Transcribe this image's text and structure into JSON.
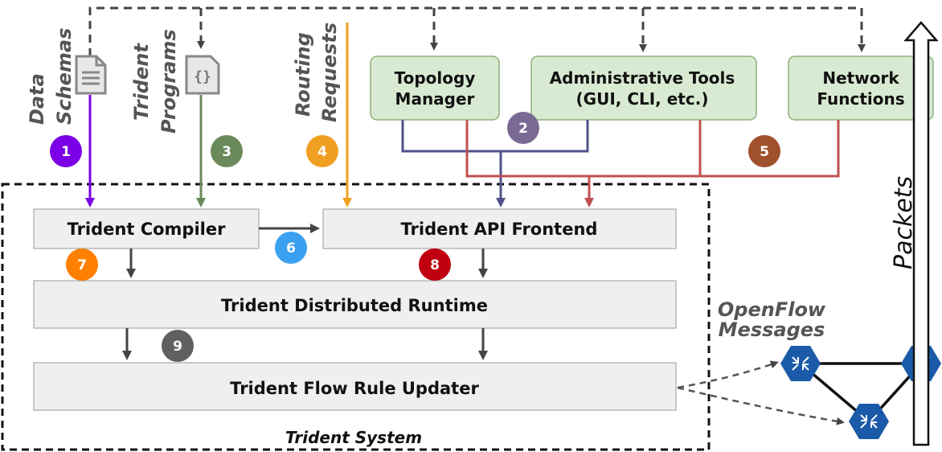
{
  "inputs": {
    "data_schemas": [
      "Data",
      "Schemas"
    ],
    "trident_programs": [
      "Trident",
      "Programs"
    ],
    "routing_requests": [
      "Routing",
      "Requests"
    ]
  },
  "top_boxes": {
    "topology_manager": [
      "Topology",
      "Manager"
    ],
    "admin_tools": [
      "Administrative Tools",
      "(GUI, CLI, etc.)"
    ],
    "network_functions": [
      "Network",
      "Functions"
    ]
  },
  "system": {
    "label": "Trident System",
    "compiler": "Trident Compiler",
    "api_frontend": "Trident API Frontend",
    "runtime": "Trident Distributed Runtime",
    "updater": "Trident Flow Rule Updater"
  },
  "openflow_label": [
    "OpenFlow",
    "Messages"
  ],
  "packets_label": "Packets",
  "badges": [
    {
      "n": "1",
      "color": "#7b00e6"
    },
    {
      "n": "2",
      "color": "#7a6a93"
    },
    {
      "n": "3",
      "color": "#6a8a5a"
    },
    {
      "n": "4",
      "color": "#f0a020"
    },
    {
      "n": "5",
      "color": "#a0502c"
    },
    {
      "n": "6",
      "color": "#3aa0f0"
    },
    {
      "n": "7",
      "color": "#ff8000"
    },
    {
      "n": "8",
      "color": "#c00010"
    },
    {
      "n": "9",
      "color": "#606060"
    }
  ],
  "icons": [
    "document-icon",
    "code-file-icon",
    "network-switch-icon"
  ]
}
